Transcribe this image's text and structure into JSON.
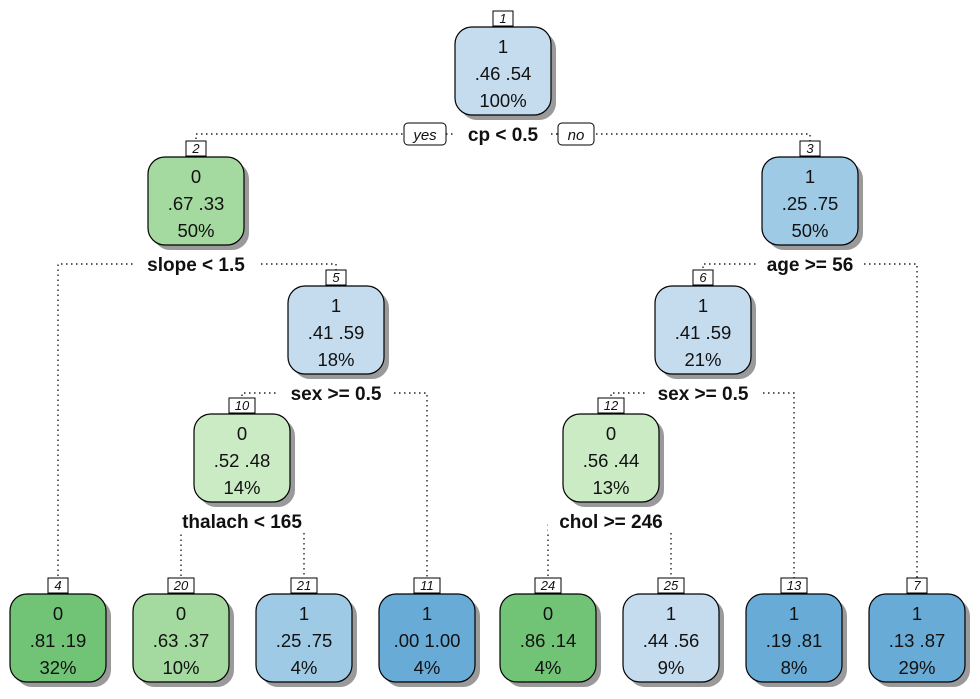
{
  "colors": {
    "green_dark": "#71c376",
    "green_mid": "#a4d99f",
    "green_light": "#cbebc4",
    "blue_light": "#c5dcef",
    "blue_mid": "#9fcae5",
    "blue_dark": "#68abd6"
  },
  "branch_labels": {
    "yes": "yes",
    "no": "no"
  },
  "nodes": [
    {
      "id": "1",
      "cls": "1",
      "probs": ".46  .54",
      "pct": "100%",
      "color": "blue_light"
    },
    {
      "id": "2",
      "cls": "0",
      "probs": ".67  .33",
      "pct": "50%",
      "color": "green_mid"
    },
    {
      "id": "3",
      "cls": "1",
      "probs": ".25  .75",
      "pct": "50%",
      "color": "blue_mid"
    },
    {
      "id": "5",
      "cls": "1",
      "probs": ".41  .59",
      "pct": "18%",
      "color": "blue_light"
    },
    {
      "id": "6",
      "cls": "1",
      "probs": ".41  .59",
      "pct": "21%",
      "color": "blue_light"
    },
    {
      "id": "10",
      "cls": "0",
      "probs": ".52  .48",
      "pct": "14%",
      "color": "green_light"
    },
    {
      "id": "12",
      "cls": "0",
      "probs": ".56  .44",
      "pct": "13%",
      "color": "green_light"
    },
    {
      "id": "4",
      "cls": "0",
      "probs": ".81  .19",
      "pct": "32%",
      "color": "green_dark"
    },
    {
      "id": "20",
      "cls": "0",
      "probs": ".63  .37",
      "pct": "10%",
      "color": "green_mid"
    },
    {
      "id": "21",
      "cls": "1",
      "probs": ".25  .75",
      "pct": "4%",
      "color": "blue_mid"
    },
    {
      "id": "11",
      "cls": "1",
      "probs": ".00  1.00",
      "pct": "4%",
      "color": "blue_dark"
    },
    {
      "id": "24",
      "cls": "0",
      "probs": ".86  .14",
      "pct": "4%",
      "color": "green_dark"
    },
    {
      "id": "25",
      "cls": "1",
      "probs": ".44  .56",
      "pct": "9%",
      "color": "blue_light"
    },
    {
      "id": "13",
      "cls": "1",
      "probs": ".19  .81",
      "pct": "8%",
      "color": "blue_dark"
    },
    {
      "id": "7",
      "cls": "1",
      "probs": ".13  .87",
      "pct": "29%",
      "color": "blue_dark"
    }
  ],
  "splits": [
    {
      "node": "1",
      "label": "cp < 0.5"
    },
    {
      "node": "2",
      "label": "slope < 1.5"
    },
    {
      "node": "3",
      "label": "age >= 56"
    },
    {
      "node": "5",
      "label": "sex >= 0.5"
    },
    {
      "node": "6",
      "label": "sex >= 0.5"
    },
    {
      "node": "10",
      "label": "thalach < 165"
    },
    {
      "node": "12",
      "label": "chol >= 246"
    }
  ]
}
